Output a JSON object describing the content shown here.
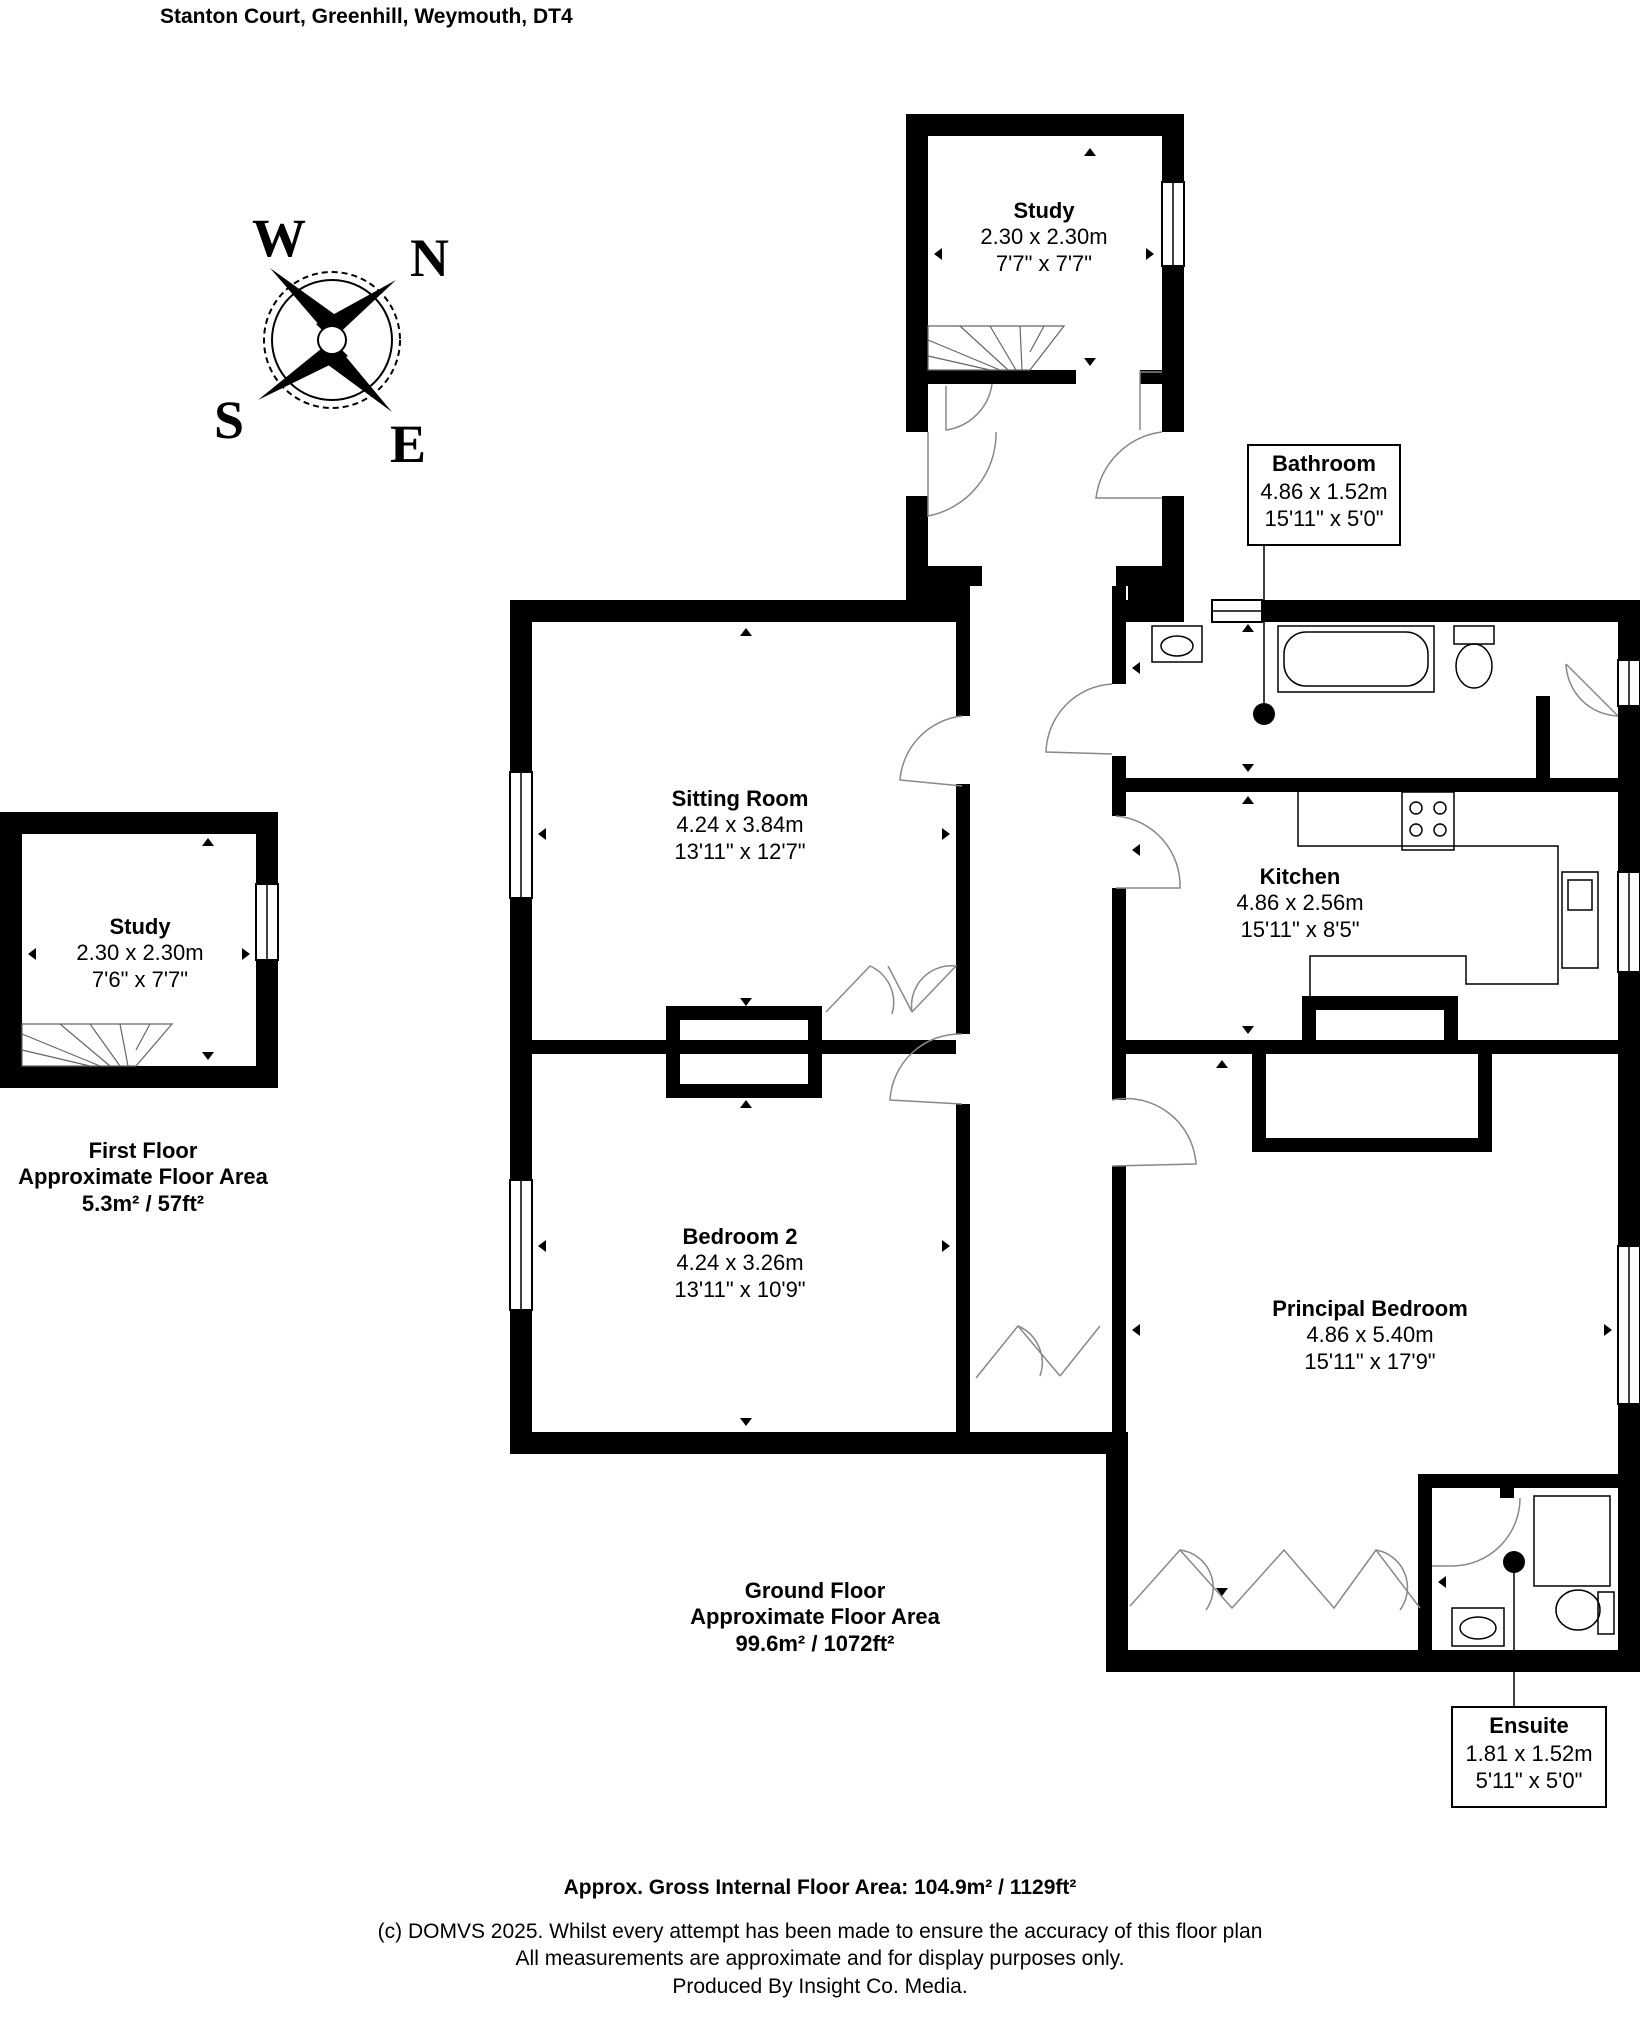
{
  "address": "Stanton Court, Greenhill, Weymouth, DT4",
  "compass": {
    "north": "N",
    "south": "S",
    "east": "E",
    "west": "W"
  },
  "rooms": {
    "study_ground": {
      "name": "Study",
      "metric": "2.30 x 2.30m",
      "imperial": "7'7\" x 7'7\""
    },
    "bathroom": {
      "name": "Bathroom",
      "metric": "4.86 x 1.52m",
      "imperial": "15'11\" x 5'0\""
    },
    "sitting_room": {
      "name": "Sitting Room",
      "metric": "4.24 x 3.84m",
      "imperial": "13'11\" x 12'7\""
    },
    "kitchen": {
      "name": "Kitchen",
      "metric": "4.86 x 2.56m",
      "imperial": "15'11\" x 8'5\""
    },
    "bedroom_2": {
      "name": "Bedroom 2",
      "metric": "4.24 x 3.26m",
      "imperial": "13'11\" x 10'9\""
    },
    "principal_bedroom": {
      "name": "Principal Bedroom",
      "metric": "4.86 x 5.40m",
      "imperial": "15'11\" x 17'9\""
    },
    "ensuite": {
      "name": "Ensuite",
      "metric": "1.81 x 1.52m",
      "imperial": "5'11\" x 5'0\""
    },
    "study_first": {
      "name": "Study",
      "metric": "2.30 x 2.30m",
      "imperial": "7'6\" x 7'7\""
    }
  },
  "first_floor": {
    "title": "First Floor",
    "label": "Approximate Floor Area",
    "area": "5.3m² / 57ft²"
  },
  "ground_floor": {
    "title": "Ground Floor",
    "label": "Approximate Floor Area",
    "area": "99.6m² / 1072ft²"
  },
  "gross_area": "Approx. Gross Internal Floor Area: 104.9m² / 1129ft²",
  "footer": {
    "line1": "(c) DOMVS 2025. Whilst every attempt has been made to ensure the accuracy of this floor plan",
    "line2": "All measurements are approximate and for display purposes only.",
    "line3": "Produced By Insight Co. Media."
  }
}
